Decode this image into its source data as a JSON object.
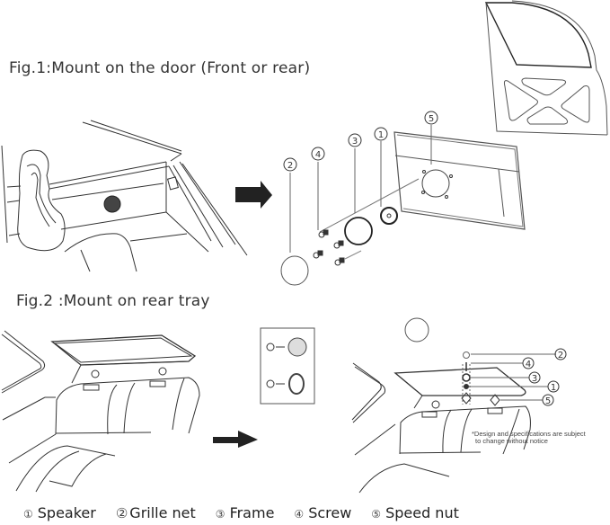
{
  "figures": {
    "fig1": {
      "title": "Fig.1:Mount on the door (Front or rear)"
    },
    "fig2": {
      "title": "Fig.2 :Mount on rear tray"
    }
  },
  "callouts": {
    "one": "1",
    "two": "2",
    "three": "3",
    "four": "4",
    "five": "5"
  },
  "notice": {
    "line1": "*Design and specifications are subject",
    "line2": "to change without notice"
  },
  "legend": [
    {
      "num": "①",
      "label": "Speaker"
    },
    {
      "num": "②",
      "label": "Grille net"
    },
    {
      "num": "③",
      "label": "Frame"
    },
    {
      "num": "④",
      "label": "Screw"
    },
    {
      "num": "⑤",
      "label": "Speed nut"
    }
  ]
}
